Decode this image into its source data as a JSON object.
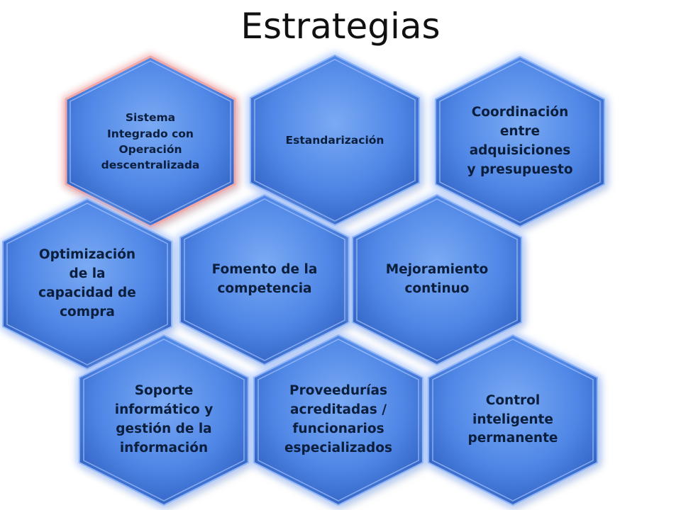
{
  "title": "Estrategias",
  "colors": {
    "hex_fill_light": "#7aaaf4",
    "hex_fill_mid": "#4f86e6",
    "hex_fill_dark": "#2f5fbf",
    "hex_glow": "#a9c6ff",
    "selected_outline": "#f0a8a8",
    "label_text": "#0b1e3c"
  },
  "hexagons": [
    {
      "id": "sistema-integrado",
      "label": "Sistema\nIntegrado con\nOperación\ndescentralizada",
      "selected": true
    },
    {
      "id": "estandarizacion",
      "label": "Estandarización",
      "selected": false
    },
    {
      "id": "coordinacion",
      "label": "Coordinación\nentre\nadquisiciones\ny presupuesto",
      "selected": false
    },
    {
      "id": "optimizacion",
      "label": "Optimización\nde la\ncapacidad de\ncompra",
      "selected": false
    },
    {
      "id": "fomento",
      "label": "Fomento de la\ncompetencia",
      "selected": false
    },
    {
      "id": "mejoramiento",
      "label": "Mejoramiento\ncontinuo",
      "selected": false
    },
    {
      "id": "soporte",
      "label": "Soporte\ninformático y\ngestión de la\ninformación",
      "selected": false
    },
    {
      "id": "proveedurias",
      "label": "Proveedurías\nacreditadas /\nfuncionarios\nespecializados",
      "selected": false
    },
    {
      "id": "control",
      "label": "Control\ninteligente\npermanente",
      "selected": false
    }
  ]
}
